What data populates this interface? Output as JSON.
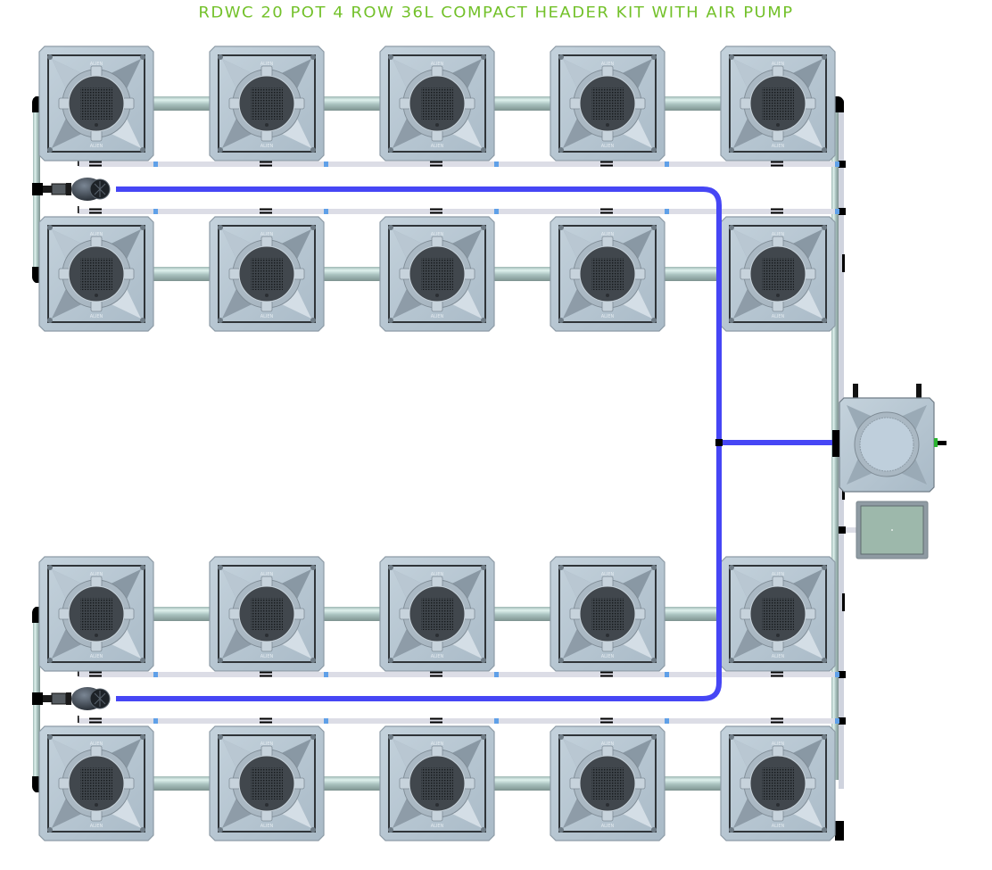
{
  "title": "RDWC 20 POT 4 ROW 36L COMPACT HEADER KIT WITH AIR PUMP",
  "system": {
    "pot_count": 20,
    "row_count": 4,
    "pots_per_row": 5,
    "pot_volume": "36L",
    "header_type": "Compact Header",
    "includes_air_pump": true,
    "pot_lid_text_top": "ALIEN",
    "pot_lid_text_bottom": "ALIEN"
  },
  "rows": [
    {
      "name": "row-1",
      "pots": [
        "pot-1-1",
        "pot-1-2",
        "pot-1-3",
        "pot-1-4",
        "pot-1-5"
      ]
    },
    {
      "name": "row-2",
      "pots": [
        "pot-2-1",
        "pot-2-2",
        "pot-2-3",
        "pot-2-4",
        "pot-2-5"
      ]
    },
    {
      "name": "row-3",
      "pots": [
        "pot-3-1",
        "pot-3-2",
        "pot-3-3",
        "pot-3-4",
        "pot-3-5"
      ]
    },
    {
      "name": "row-4",
      "pots": [
        "pot-4-1",
        "pot-4-2",
        "pot-4-3",
        "pot-4-4",
        "pot-4-5"
      ]
    }
  ],
  "components": {
    "control_bucket": "control-bucket",
    "air_pump": "air-pump",
    "pumps": [
      "water-pump-top",
      "water-pump-bottom"
    ]
  },
  "colors": {
    "title": "#73c12a",
    "pot_body": "#b6c6d2",
    "pot_edge": "#8d9ba6",
    "pot_dark": "#2e3338",
    "basket": "#4a5056",
    "return_hose": "#4646f5",
    "air_line": "#dcdde6",
    "air_connector": "#5fa0e8",
    "header_pipe": "#a9c9c4",
    "header_pipe_highlight": "#dff2ee",
    "air_pump_face": "#9db8ab",
    "fitting": "#000000"
  }
}
